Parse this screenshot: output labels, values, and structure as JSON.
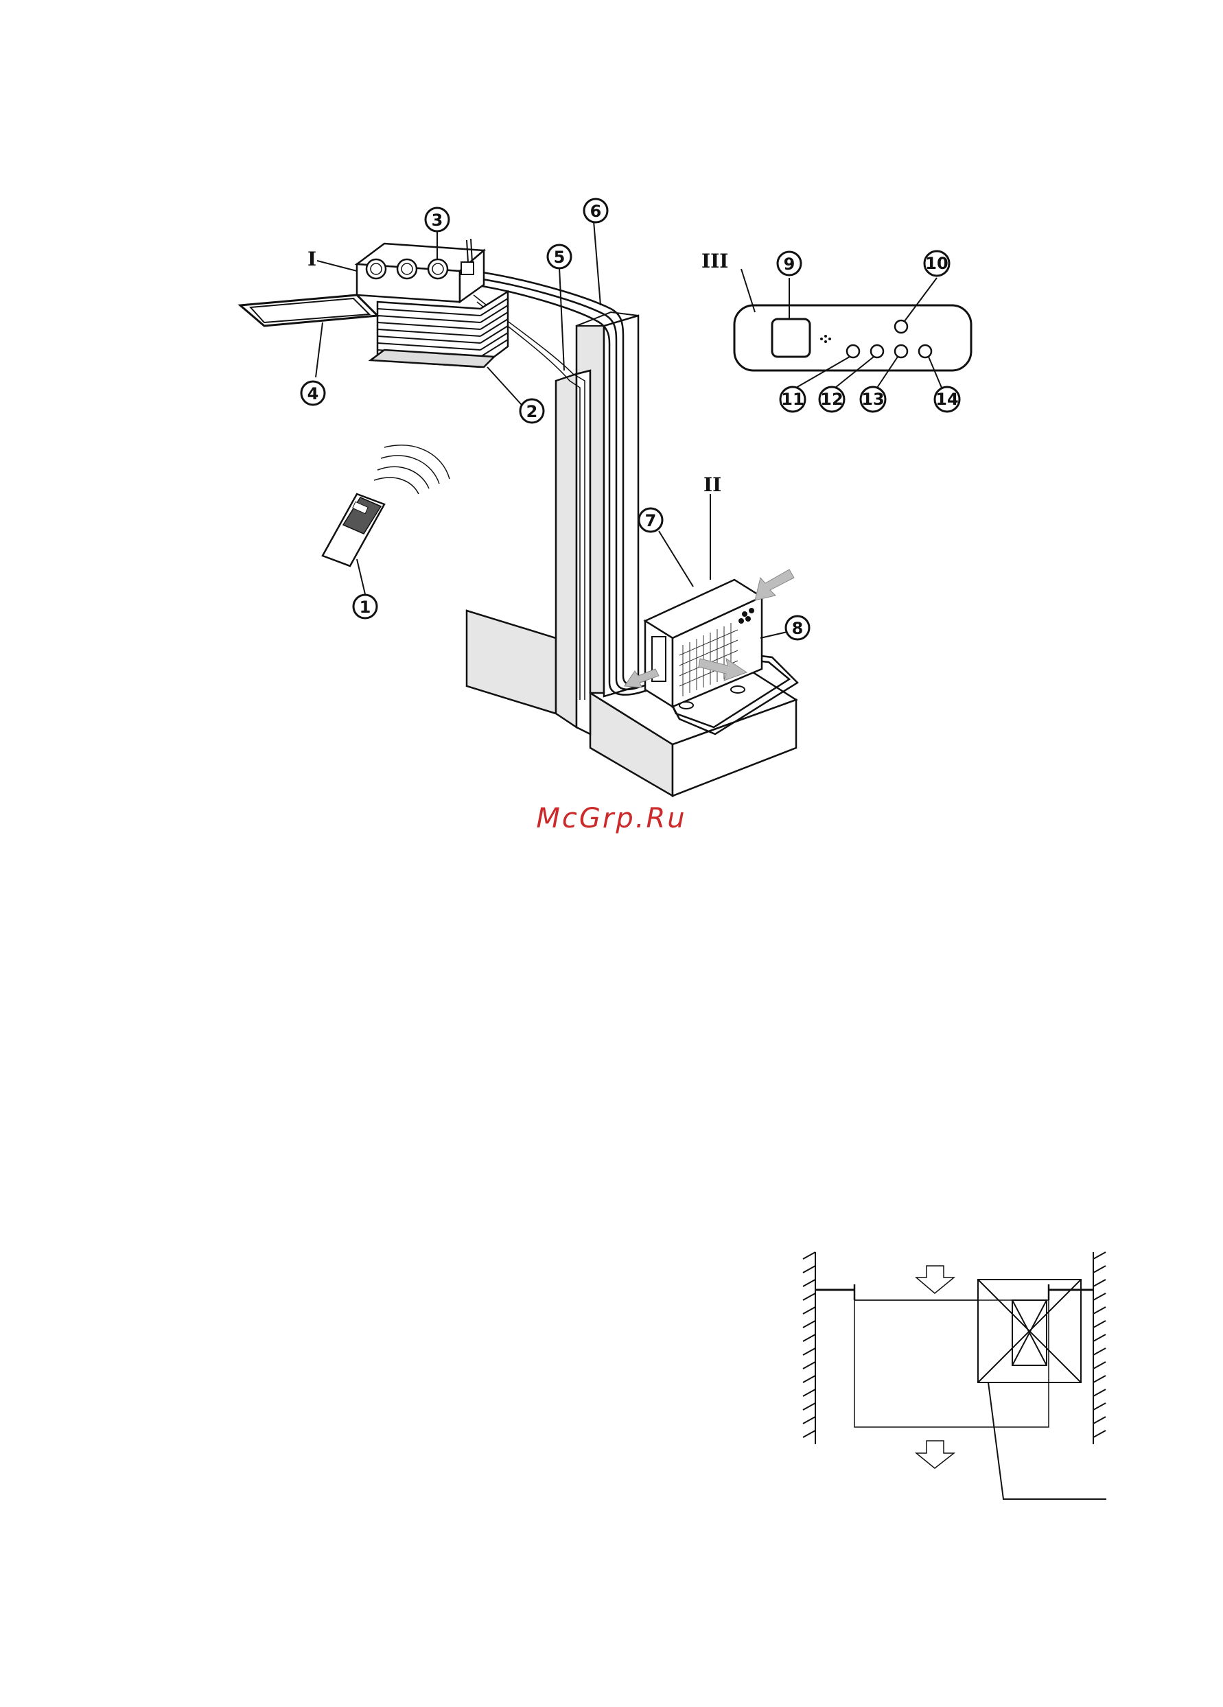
{
  "watermark": {
    "text": "McGrp.Ru"
  },
  "main_diagram": {
    "unit_labels": {
      "indoor": "I",
      "outdoor": "II",
      "panel": "III"
    },
    "callouts": [
      "1",
      "2",
      "3",
      "4",
      "5",
      "6",
      "7",
      "8",
      "9",
      "10",
      "11",
      "12",
      "13",
      "14"
    ]
  },
  "colors": {
    "ink": "#111111",
    "wall_shade": "#e2e2e2",
    "arrow_fill": "#bdbdbd",
    "watermark": "#cc2a2a"
  }
}
